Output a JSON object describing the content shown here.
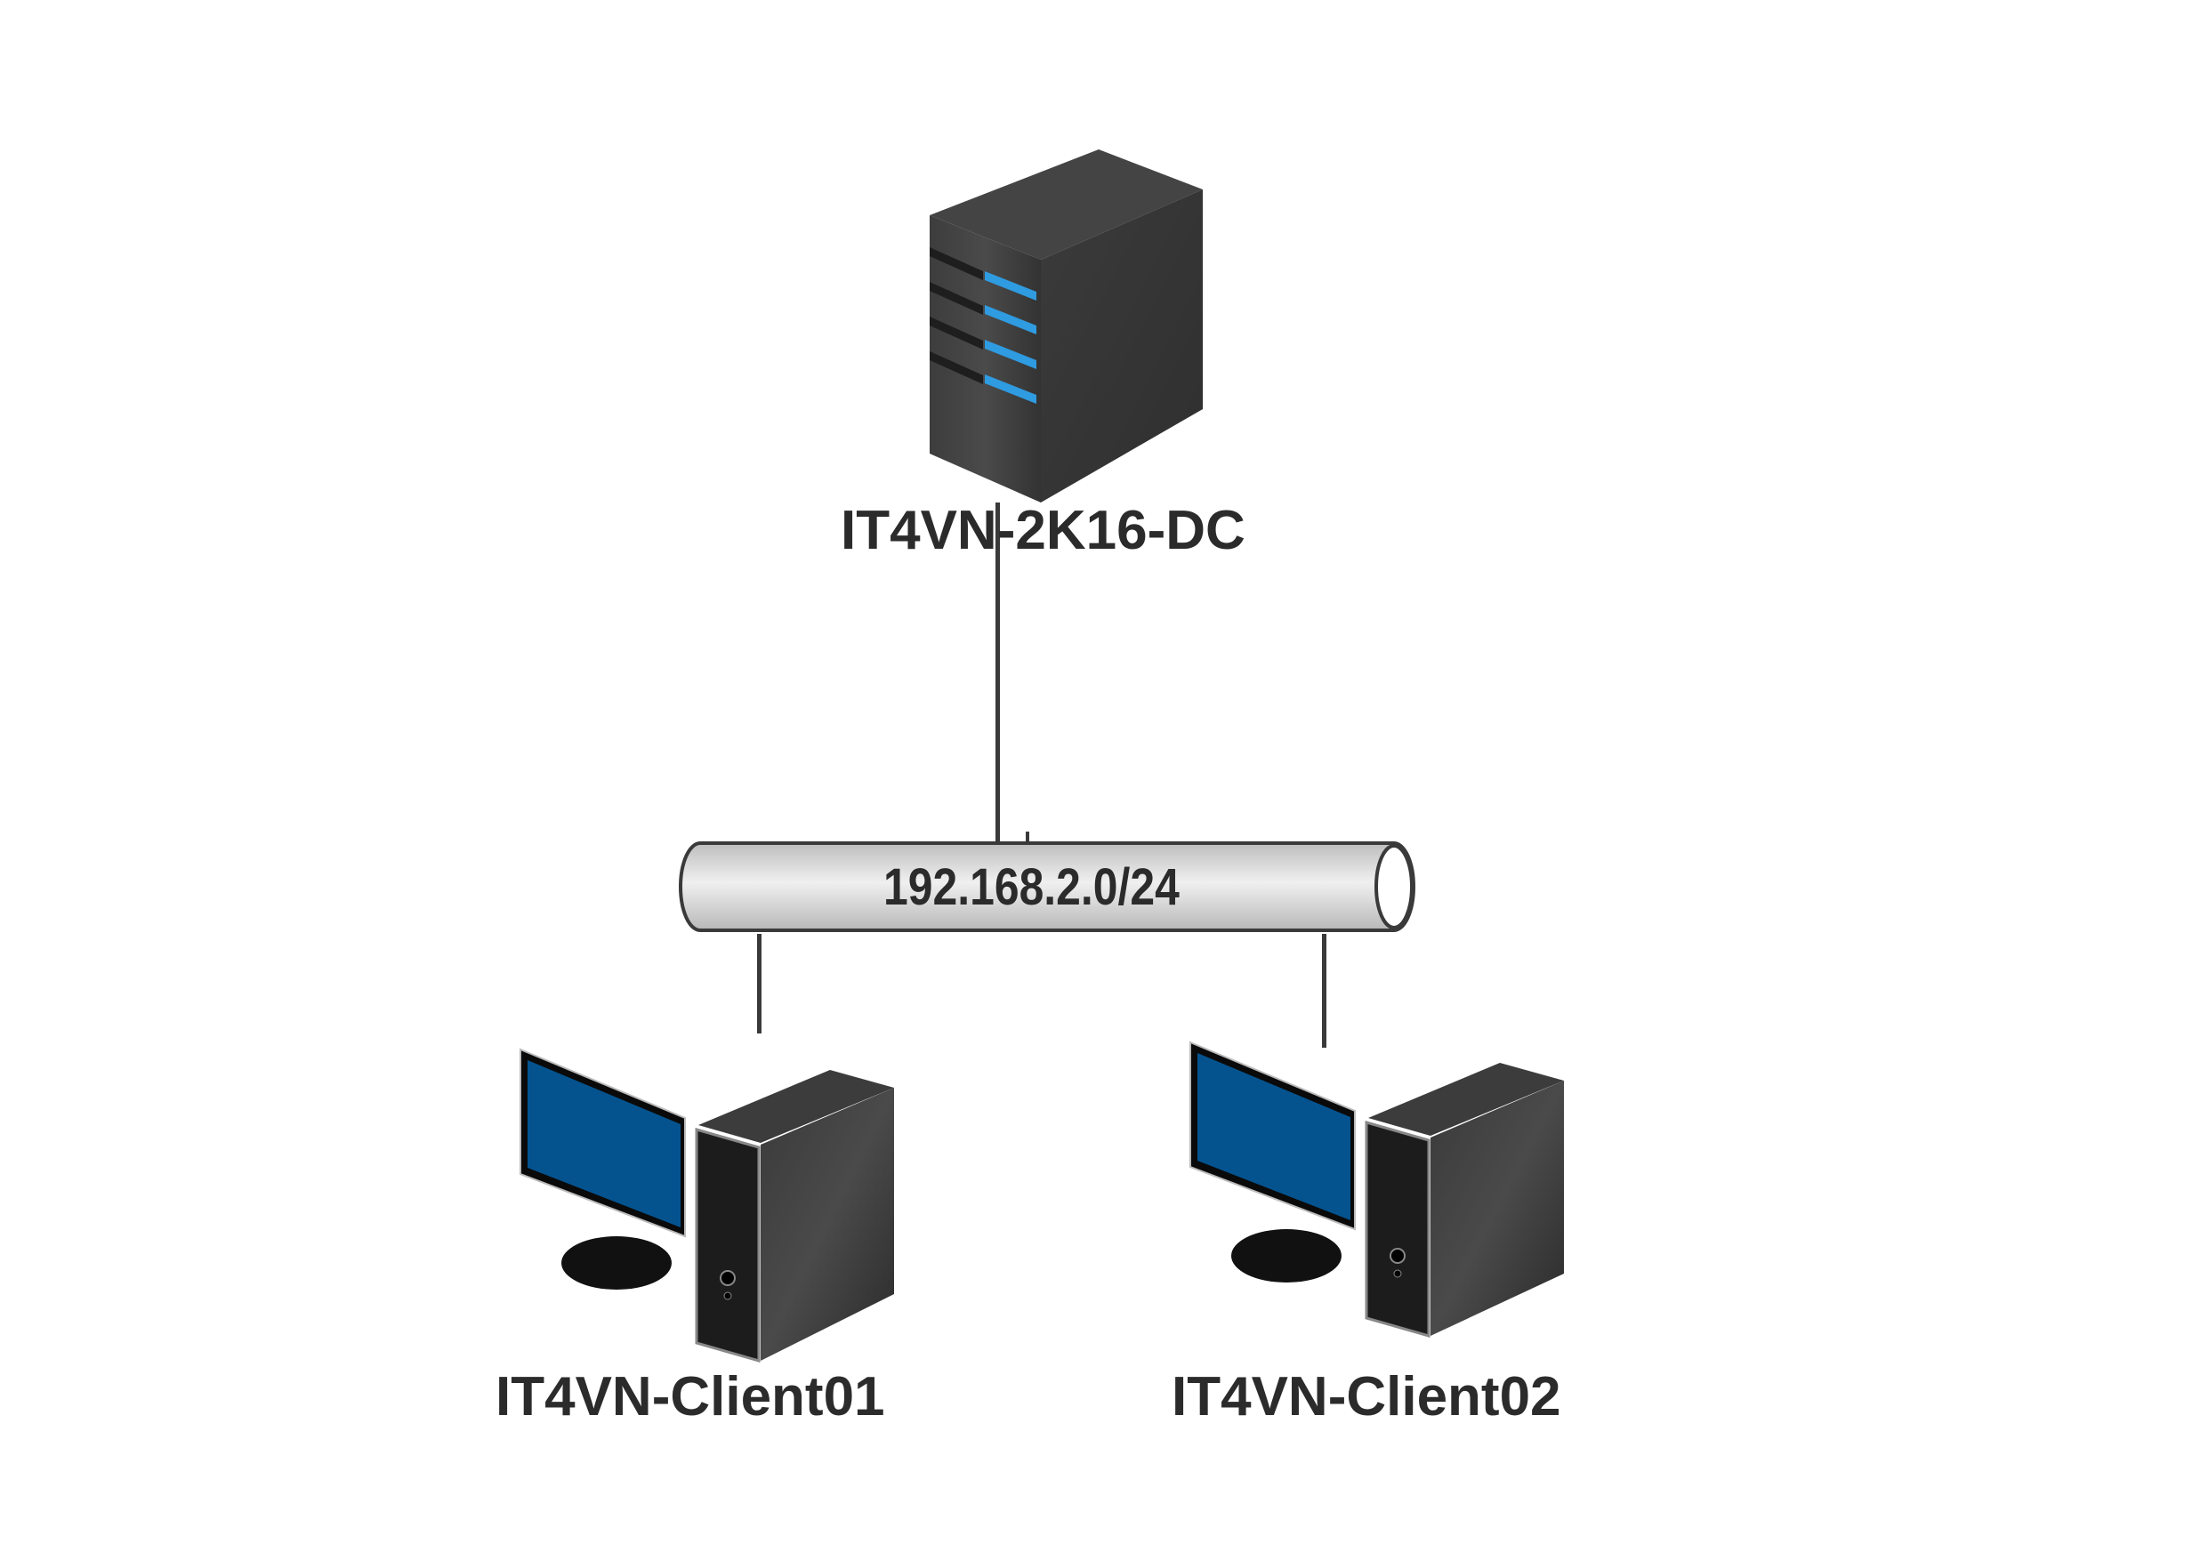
{
  "diagram": {
    "type": "network-topology",
    "nodes": [
      {
        "id": "dc",
        "label": "IT4VN-2K16-DC",
        "kind": "server",
        "icon": "server-tower-icon"
      },
      {
        "id": "client01",
        "label": "IT4VN-Client01",
        "kind": "workstation",
        "icon": "desktop-computer-icon"
      },
      {
        "id": "client02",
        "label": "IT4VN-Client02",
        "kind": "workstation",
        "icon": "desktop-computer-icon"
      }
    ],
    "network": {
      "label": "192.168.2.0/24",
      "kind": "network-segment",
      "icon": "pipe-icon"
    },
    "links": [
      {
        "from": "dc",
        "to": "network"
      },
      {
        "from": "client01",
        "to": "network"
      },
      {
        "from": "client02",
        "to": "network"
      }
    ]
  },
  "colors": {
    "device_body": "#3a3a3a",
    "server_led": "#2f9be0",
    "monitor_screen": "#04538f",
    "pipe_fill": "#dcdcdc",
    "text": "#2b2b2b",
    "link": "#3a3a3a"
  }
}
